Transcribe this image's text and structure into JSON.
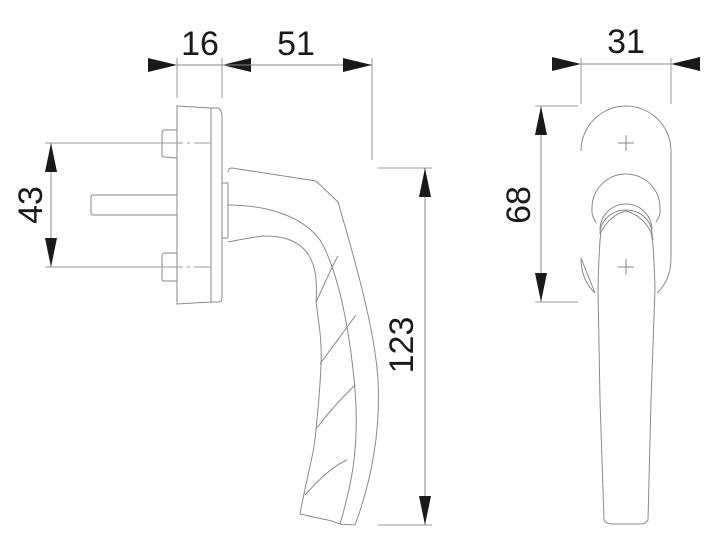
{
  "drawing": {
    "title": "Window handle technical drawing",
    "views": [
      "side-view",
      "front-view"
    ],
    "dimensions": {
      "rosette_depth": "16",
      "handle_projection": "51",
      "screw_spacing": "43",
      "handle_length": "123",
      "rosette_width": "31",
      "rosette_height": "68"
    },
    "colors": {
      "outline": "#8a8a8a",
      "arrow": "#1a1a1a",
      "text": "#1a1a1a",
      "background": "#ffffff"
    }
  }
}
